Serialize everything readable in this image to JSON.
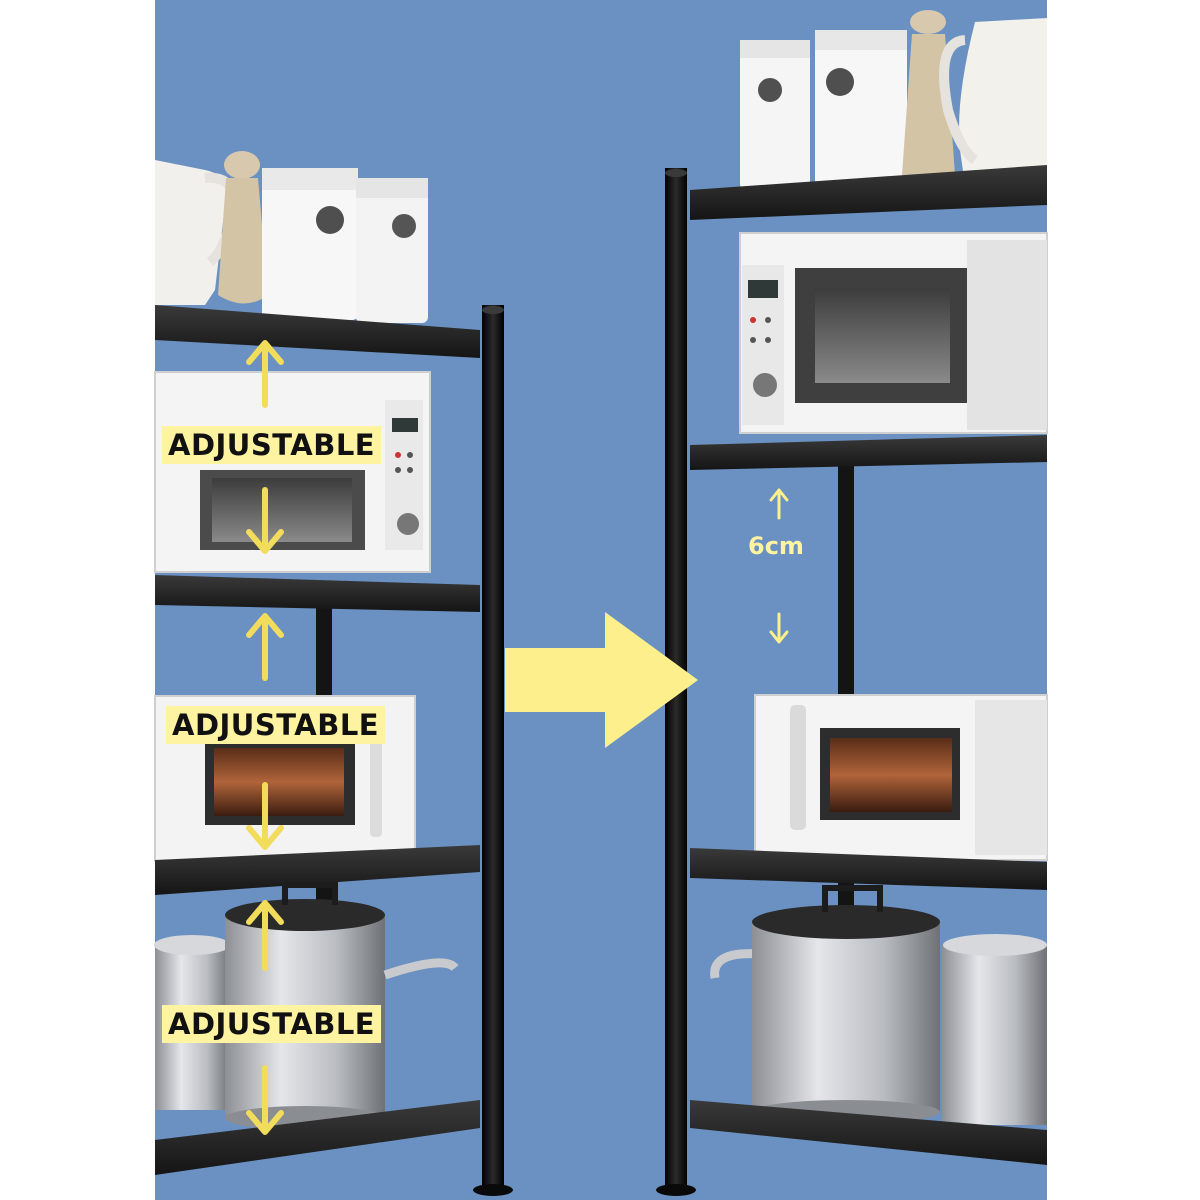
{
  "labels": {
    "adjustable_1": "ADJUSTABLE",
    "adjustable_2": "ADJUSTABLE",
    "adjustable_3": "ADJUSTABLE",
    "gap_value": "6cm"
  },
  "colors": {
    "background": "#6a91c2",
    "label_background": "#fdf3a0",
    "arrow": "#fdf08c",
    "frame": "#1a1a1a",
    "shelf": "#262626"
  }
}
